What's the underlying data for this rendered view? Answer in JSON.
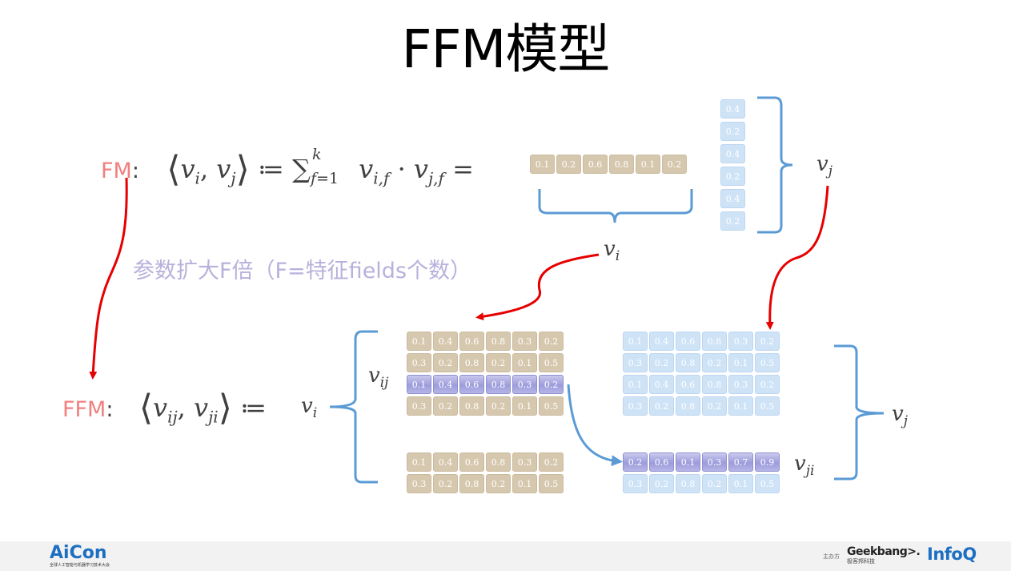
{
  "title": "FFM模型",
  "fm": {
    "label": "FM",
    "colon": ":"
  },
  "ffm": {
    "label": "FFM",
    "colon": ":"
  },
  "note": "参数扩大F倍（F=特征fields个数）",
  "fm_vec_row": [
    "0.1",
    "0.2",
    "0.6",
    "0.8",
    "0.1",
    "0.2"
  ],
  "fm_vec_col": [
    "0.4",
    "0.2",
    "0.4",
    "0.2",
    "0.4",
    "0.2"
  ],
  "left_group_a": [
    [
      "0.1",
      "0.4",
      "0.6",
      "0.8",
      "0.3",
      "0.2"
    ],
    [
      "0.3",
      "0.2",
      "0.8",
      "0.2",
      "0.1",
      "0.5"
    ],
    [
      "0.1",
      "0.4",
      "0.6",
      "0.8",
      "0.3",
      "0.2"
    ],
    [
      "0.3",
      "0.2",
      "0.8",
      "0.2",
      "0.1",
      "0.5"
    ]
  ],
  "left_group_b": [
    [
      "0.1",
      "0.4",
      "0.6",
      "0.8",
      "0.3",
      "0.2"
    ],
    [
      "0.3",
      "0.2",
      "0.8",
      "0.2",
      "0.1",
      "0.5"
    ]
  ],
  "right_group_a": [
    [
      "0.1",
      "0.4",
      "0.6",
      "0.8",
      "0.3",
      "0.2"
    ],
    [
      "0.3",
      "0.2",
      "0.8",
      "0.2",
      "0.1",
      "0.5"
    ],
    [
      "0.1",
      "0.4",
      "0.6",
      "0.8",
      "0.3",
      "0.2"
    ],
    [
      "0.3",
      "0.2",
      "0.8",
      "0.2",
      "0.1",
      "0.5"
    ]
  ],
  "right_group_b": [
    [
      "0.2",
      "0.6",
      "0.1",
      "0.3",
      "0.7",
      "0.9"
    ],
    [
      "0.3",
      "0.2",
      "0.8",
      "0.2",
      "0.1",
      "0.5"
    ]
  ],
  "footer": {
    "logo_left": "AiCon",
    "logo_left_sub": "全球人工智能与机器学习技术大会",
    "sponsor_prefix": "主办方",
    "geekbang": "Geekbang>.",
    "geekbang_sub": "极客邦科技",
    "infoq": "InfoQ"
  },
  "colors": {
    "fm_label": "#f08080",
    "arrow_red": "#e60000",
    "brace_blue": "#5b9bd5",
    "tan_cell": "#d6c8ae",
    "blue_cell": "#cfe3f7",
    "purple_cell": "#a9a9e2",
    "note": "#b7b1dc"
  }
}
